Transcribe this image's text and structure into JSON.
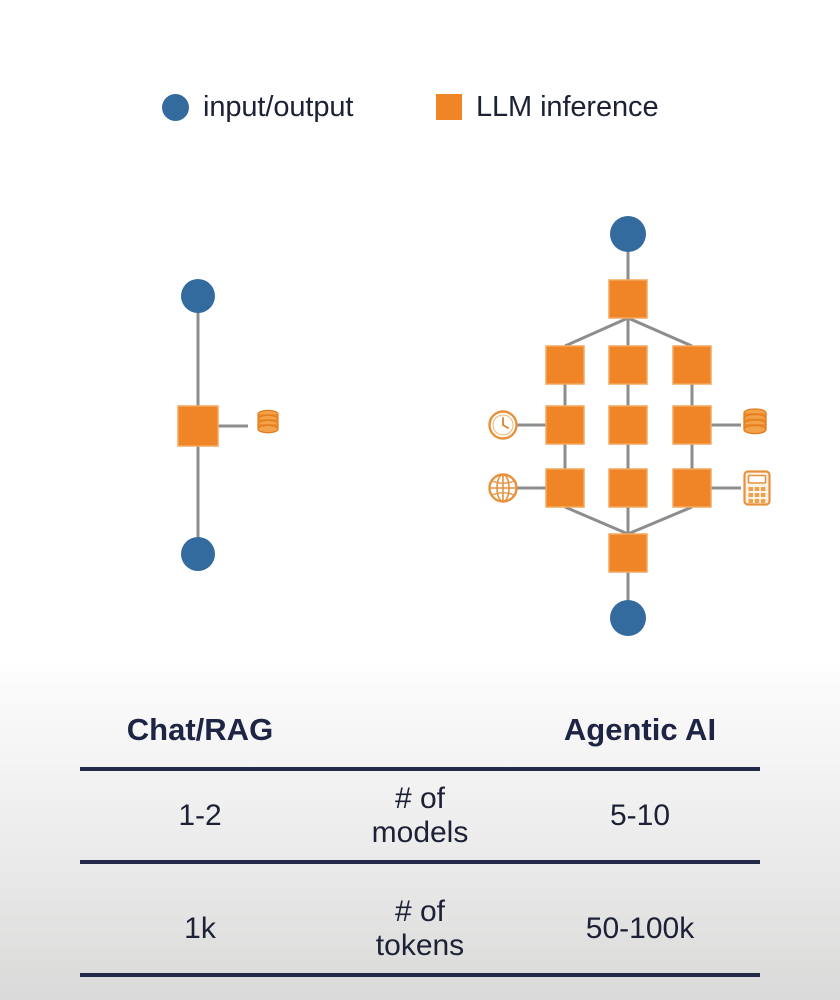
{
  "legend": {
    "items": [
      {
        "label": "input/output",
        "marker": "circle",
        "color": "#336b9e",
        "icon": "blue-circle-icon"
      },
      {
        "label": "LLM inference",
        "marker": "square",
        "color": "#ef8526",
        "icon": "orange-square-icon"
      }
    ]
  },
  "colors": {
    "blue": "#336b9e",
    "orange": "#ef8526",
    "orange_stroke": "#f0a04b",
    "edge": "#8d8d8d",
    "navy": "#232a49",
    "text": "#1c2136"
  },
  "diagrams": {
    "chat_rag": {
      "name": "Chat/RAG",
      "nodes": [
        {
          "type": "input",
          "shape": "circle",
          "label": "input/output"
        },
        {
          "type": "llm",
          "shape": "square",
          "label": "LLM inference"
        },
        {
          "type": "output",
          "shape": "circle",
          "label": "input/output"
        }
      ],
      "tools": [
        {
          "icon": "database-icon",
          "side": "right"
        }
      ]
    },
    "agentic_ai": {
      "name": "Agentic AI",
      "nodes": [
        {
          "type": "input",
          "shape": "circle",
          "label": "input/output"
        },
        {
          "type": "llm",
          "shape": "square",
          "label": "LLM inference"
        },
        {
          "type": "llm-grid",
          "rows": 3,
          "cols": 3,
          "count": 9,
          "shape": "square",
          "label": "LLM inference"
        },
        {
          "type": "llm",
          "shape": "square",
          "label": "LLM inference"
        },
        {
          "type": "output",
          "shape": "circle",
          "label": "input/output"
        }
      ],
      "tools": [
        {
          "icon": "clock-icon",
          "side": "left"
        },
        {
          "icon": "globe-icon",
          "side": "left"
        },
        {
          "icon": "database-icon",
          "side": "right"
        },
        {
          "icon": "calculator-icon",
          "side": "right"
        }
      ]
    }
  },
  "table": {
    "headers": {
      "left": "Chat/RAG",
      "metric": "",
      "right": "Agentic AI"
    },
    "rows": [
      {
        "left": "1-2",
        "metric_line1": "# of",
        "metric_line2": "models",
        "right": "5-10"
      },
      {
        "left": "1k",
        "metric_line1": "# of",
        "metric_line2": "tokens",
        "right": "50-100k"
      }
    ]
  }
}
